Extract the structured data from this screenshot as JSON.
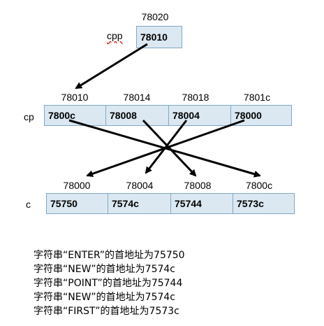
{
  "cpp": {
    "name": "cpp",
    "address": "78020",
    "value": "78010"
  },
  "cp": {
    "name": "cp",
    "addresses": [
      "78010",
      "78014",
      "78018",
      "7801c"
    ],
    "values": [
      "7800c",
      "78008",
      "78004",
      "78000"
    ]
  },
  "c": {
    "name": "c",
    "addresses": [
      "78000",
      "78004",
      "78008",
      "7800c"
    ],
    "values": [
      "75750",
      "7574c",
      "75744",
      "7573c"
    ]
  },
  "captions": [
    "字符串“ENTER”的首地址为75750",
    "字符串“NEW”的首地址为7574c",
    "字符串“POINT”的首地址为75744",
    "字符串“NEW”的首地址为7574c",
    "字符串“FIRST”的首地址为7573c"
  ],
  "colors": {
    "cell_fill": "#dbe8f1",
    "cell_border": "#7fa8c6",
    "arrow": "#000000"
  }
}
